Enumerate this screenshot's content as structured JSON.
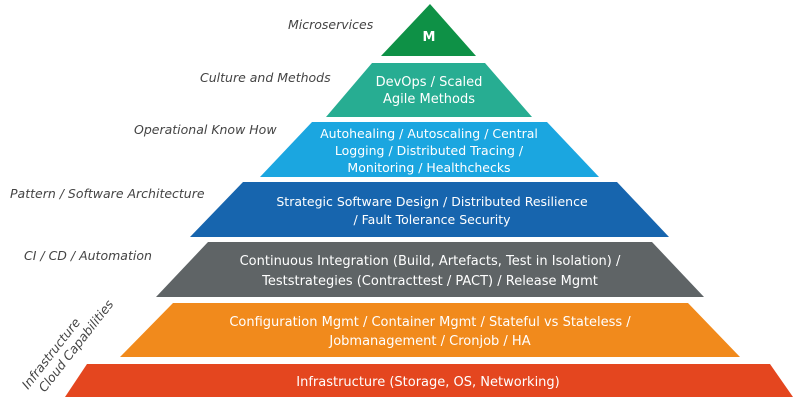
{
  "tiers": [
    {
      "id": "microservices",
      "lines": [
        "M"
      ],
      "side_label": "Microservices",
      "color": "#0e9146"
    },
    {
      "id": "culture",
      "lines": [
        "DevOps / Scaled",
        "Agile Methods"
      ],
      "side_label": "Culture and Methods",
      "color": "#27ad92"
    },
    {
      "id": "operational",
      "lines": [
        "Autohealing / Autoscaling / Central",
        "Logging / Distributed Tracing /",
        "Monitoring / Healthchecks"
      ],
      "side_label": "Operational Know How",
      "color": "#1ba6e0"
    },
    {
      "id": "pattern",
      "lines": [
        "Strategic Software Design / Distributed Resilience",
        "/ Fault Tolerance Security"
      ],
      "side_label": "Pattern / Software Architecture",
      "color": "#1765ae"
    },
    {
      "id": "cicd",
      "lines": [
        "Continuous Integration (Build, Artefacts, Test in Isolation) /",
        "Teststrategies  (Contracttest / PACT) /   Release Mgmt"
      ],
      "side_label": "CI / CD / Automation",
      "color": "#5f6466"
    },
    {
      "id": "config",
      "lines": [
        "Configuration Mgmt / Container Mgmt / Stateful vs Stateless /",
        "Jobmanagement / Cronjob  / HA"
      ],
      "side_label": "",
      "color": "#f18a1c"
    },
    {
      "id": "infrastructure",
      "lines": [
        "Infrastructure (Storage, OS, Networking)"
      ],
      "side_label": "",
      "color": "#e4461f"
    }
  ],
  "rotated_label": [
    "Infrastructure",
    "Cloud  Capabilities"
  ]
}
